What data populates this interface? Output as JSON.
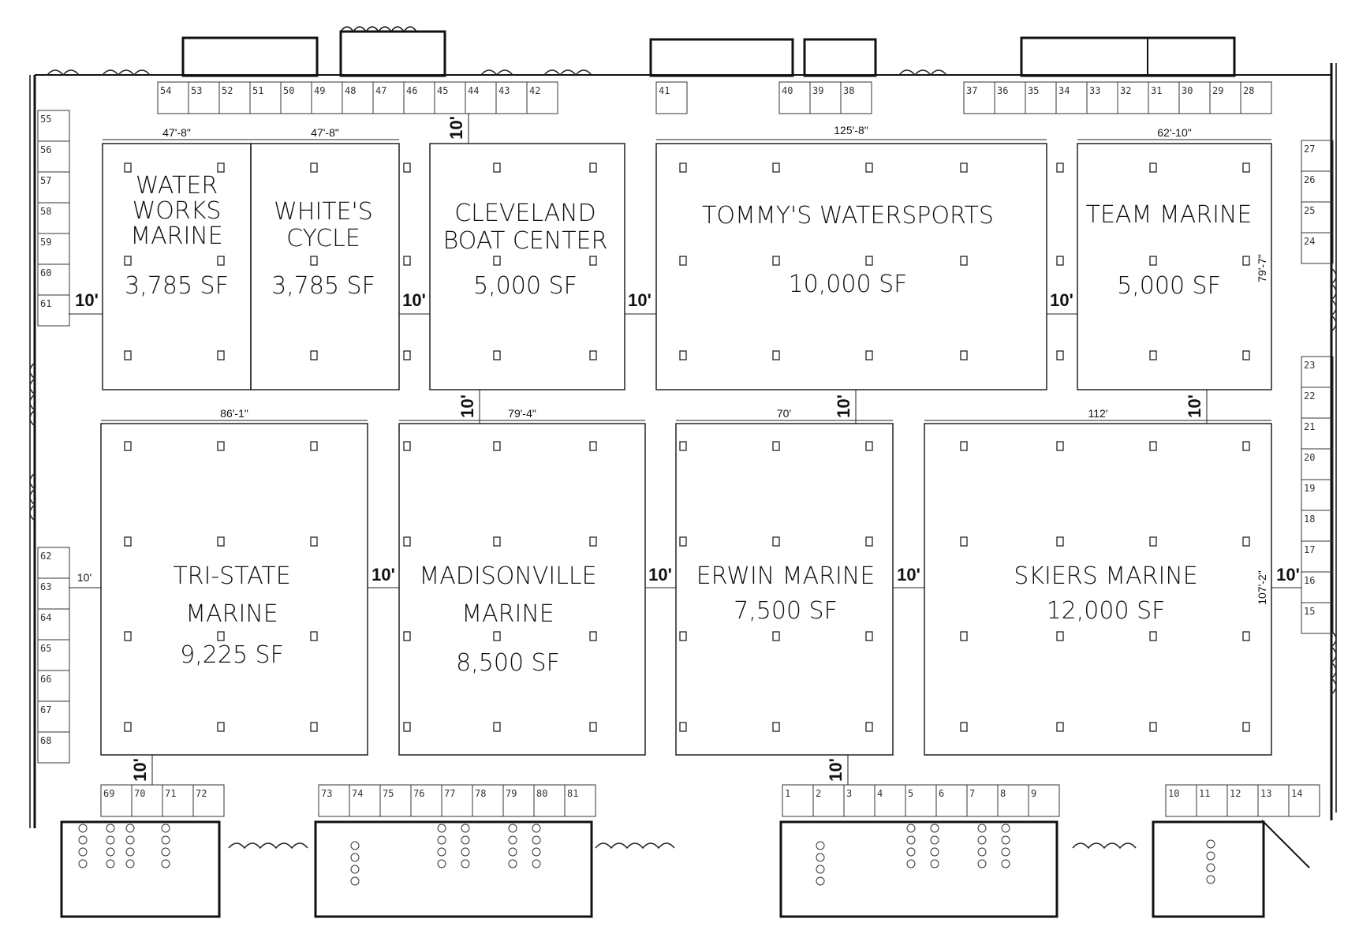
{
  "vendors": {
    "water_works": {
      "name": [
        "WATER",
        "WORKS",
        "MARINE"
      ],
      "area": "3,785 SF"
    },
    "whites": {
      "name": [
        "WHITE'S",
        "CYCLE"
      ],
      "area": "3,785 SF"
    },
    "cleveland": {
      "name": [
        "CLEVELAND",
        "BOAT CENTER"
      ],
      "area": "5,000 SF"
    },
    "tommys": {
      "name": [
        "TOMMY'S WATERSPORTS"
      ],
      "area": "10,000 SF"
    },
    "team": {
      "name": [
        "TEAM MARINE"
      ],
      "area": "5,000 SF"
    },
    "tristate": {
      "name": [
        "TRI-STATE",
        "MARINE"
      ],
      "area": "9,225 SF"
    },
    "madisonville": {
      "name": [
        "MADISONVILLE",
        "MARINE"
      ],
      "area": "8,500 SF"
    },
    "erwin": {
      "name": [
        "ERWIN MARINE"
      ],
      "area": "7,500 SF"
    },
    "skiers": {
      "name": [
        "SKIERS MARINE"
      ],
      "area": "12,000 SF"
    }
  },
  "dimensions": {
    "water_works_width": "47'-8\"",
    "whites_width": "47'-8\"",
    "tommys_width": "125'-8\"",
    "team_width": "62'-10\"",
    "team_height": "79'-7\"",
    "tristate_width": "86'-1\"",
    "madisonville_width": "79'-4\"",
    "erwin_width": "70'",
    "skiers_width": "112'",
    "skiers_height": "107'-2\"",
    "gap": "10'"
  },
  "booths": {
    "top_left": [
      "54",
      "53",
      "52",
      "51",
      "50",
      "49",
      "48",
      "47",
      "46",
      "45",
      "44",
      "43",
      "42"
    ],
    "top_mid": [
      "41"
    ],
    "top_mid2": [
      "40",
      "39",
      "38"
    ],
    "top_right": [
      "37",
      "36",
      "35",
      "34",
      "33",
      "32",
      "31",
      "30",
      "29",
      "28"
    ],
    "left_upper": [
      "55",
      "56",
      "57",
      "58",
      "59",
      "60",
      "61"
    ],
    "left_lower": [
      "62",
      "63",
      "64",
      "65",
      "66",
      "67",
      "68"
    ],
    "right_upper": [
      "27",
      "26",
      "25",
      "24"
    ],
    "right_lower": [
      "23",
      "22",
      "21",
      "20",
      "19",
      "18",
      "17",
      "16",
      "15"
    ],
    "bottom_a": [
      "69",
      "70",
      "71",
      "72"
    ],
    "bottom_b": [
      "73",
      "74",
      "75",
      "76",
      "77",
      "78",
      "79",
      "80",
      "81"
    ],
    "bottom_c": [
      "1",
      "2",
      "3",
      "4",
      "5",
      "6",
      "7",
      "8",
      "9"
    ],
    "bottom_d": [
      "10",
      "11",
      "12",
      "13",
      "14"
    ]
  }
}
